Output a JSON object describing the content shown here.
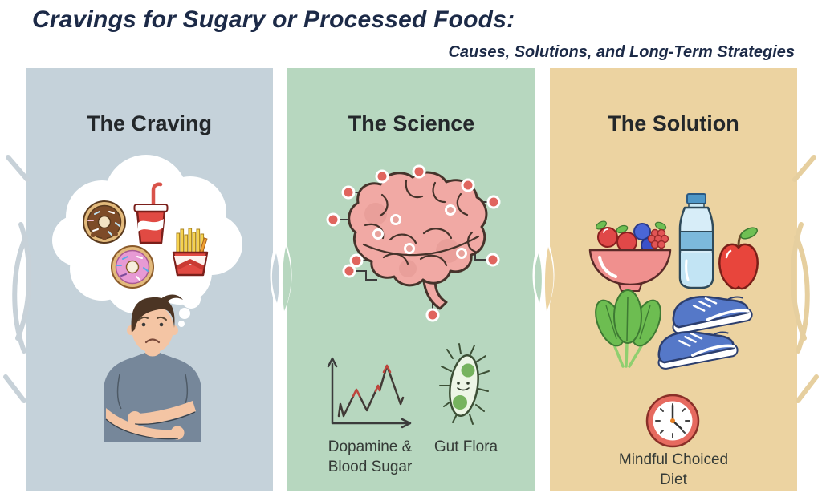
{
  "header": {
    "title": "Cravings for Sugary or Processed Foods:",
    "subtitle": "Causes, Solutions, and Long-Term Strategies"
  },
  "panels": {
    "craving": {
      "title": "The Craving",
      "icons": [
        "thought-bubble",
        "chocolate-donut",
        "soda-cup",
        "pink-donut",
        "french-fries",
        "sad-man"
      ]
    },
    "science": {
      "title": "The Science",
      "chart_label": "Dopamine &\nBlood Sugar",
      "bacteria_label": "Gut Flora",
      "icons": [
        "brain-circuit",
        "line-chart",
        "gut-bacteria"
      ]
    },
    "solution": {
      "title": "The Solution",
      "diet_label": "Mindful Choiced\nDiet",
      "icons": [
        "berry-bowl",
        "water-bottle",
        "apple",
        "spinach",
        "sneakers",
        "clock"
      ]
    }
  },
  "colors": {
    "title_text": "#1c2a47",
    "heading_text": "#23272a",
    "label_text": "#343a36",
    "panel_craving_bg": "#c5d2da",
    "panel_science_bg": "#b7d7bf",
    "panel_solution_bg": "#ecd3a1",
    "brain_pink": "#f1a9a4",
    "node_red": "#e0655e",
    "fast_food_red": "#e14a43",
    "veggie_green": "#6dbd51",
    "sneaker_blue": "#5578c8",
    "clock_rim": "#e66a5f"
  }
}
